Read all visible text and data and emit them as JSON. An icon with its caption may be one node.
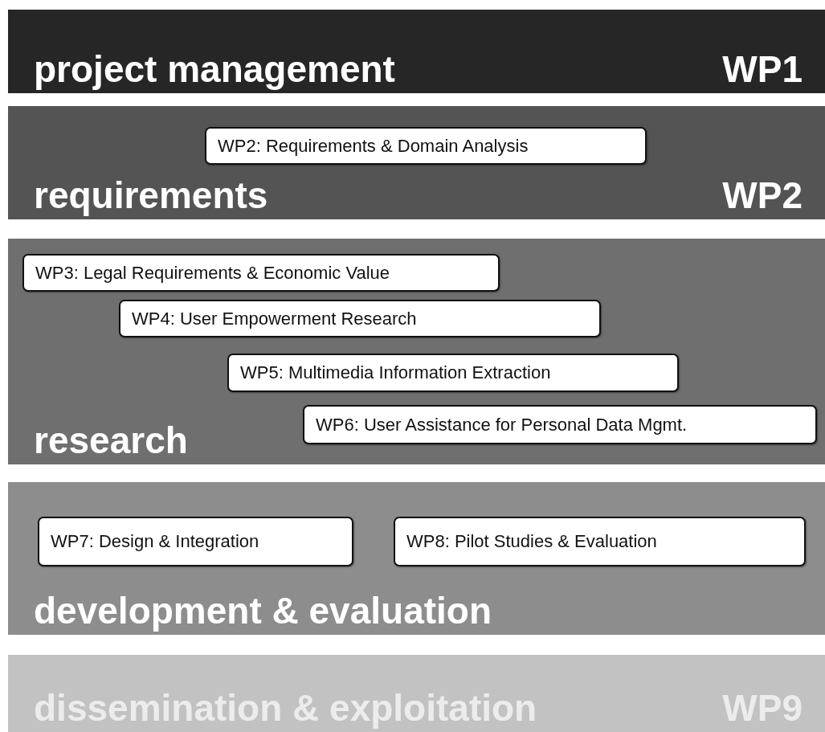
{
  "diagram": {
    "nodes": [
      {
        "text": [
          "project management",
          "WP1"
        ]
      },
      {
        "text": [
          "requirements",
          "WP2"
        ]
      },
      {
        "text": [
          "WP2: Requirements & Domain Analysis"
        ],
        "in": 1
      },
      {
        "text": [
          "research"
        ]
      },
      {
        "text": [
          "WP3: Legal Requirements & Economic Value"
        ],
        "in": 3
      },
      {
        "text": [
          "WP4: User Empowerment Research"
        ],
        "in": 3
      },
      {
        "text": [
          "WP5: Multimedia Information Extraction"
        ],
        "in": 3
      },
      {
        "text": [
          "WP6: User Assistance for Personal Data Mgmt."
        ],
        "in": 3
      },
      {
        "text": [
          "development & evaluation"
        ]
      },
      {
        "text": [
          "WP7: Design & Integration"
        ],
        "in": 8
      },
      {
        "text": [
          "WP8: Pilot Studies & Evaluation"
        ],
        "in": 8
      },
      {
        "text": [
          "dissemination & exploitation",
          "WP9"
        ]
      }
    ]
  }
}
